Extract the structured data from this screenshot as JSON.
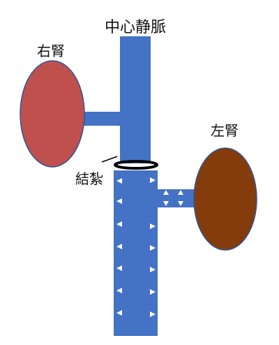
{
  "labels": {
    "vena_cava": "中心静脈",
    "right_kidney": "右腎",
    "left_kidney": "左腎",
    "ligation": "結紮"
  },
  "colors": {
    "vein": "#4472C4",
    "right_kidney": "#C0504D",
    "left_kidney": "#843C0C",
    "kidney_outline": "#2F5597",
    "ligation": "#000000",
    "flow_arrow": "#FFFFFF"
  },
  "icons": {
    "flow_arrow": "triangle-arrow-icon",
    "ligation": "ligature-ring-icon"
  }
}
